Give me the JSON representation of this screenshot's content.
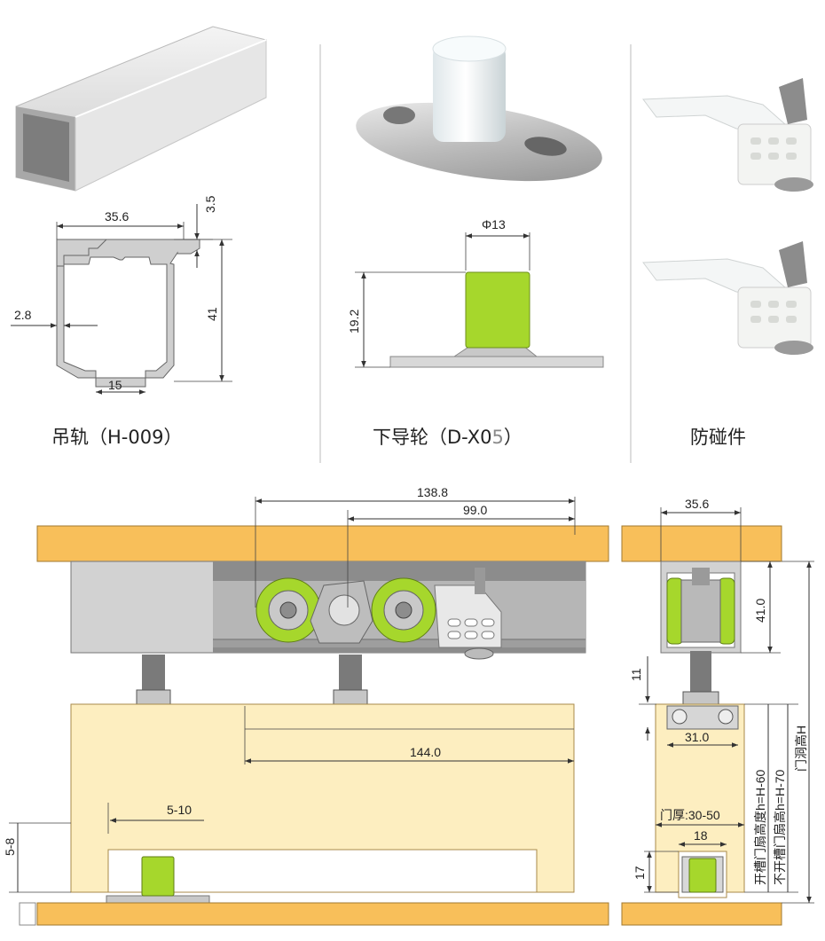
{
  "captions": {
    "rail": "吊轨（H-009）",
    "guide_prefix": "下导轮（D-X0",
    "guide_digit": "5",
    "guide_suffix": "）",
    "bumper": "防碰件"
  },
  "rail_dims": {
    "width": "35.6",
    "lip": "3.5",
    "wall": "2.8",
    "height": "41",
    "slot": "15"
  },
  "guide_dims": {
    "diameter": "Φ13",
    "height": "19.2"
  },
  "front_dims": {
    "total": "138.8",
    "inner": "99.0",
    "panel": "144.0",
    "gap": "5-10",
    "floor": "5-8"
  },
  "side_dims": {
    "width": "35.6",
    "rail_h": "41.0",
    "gap": "11",
    "plate": "31.0",
    "door": "门厚:30-50",
    "slot_w": "18",
    "slot_h": "17",
    "h_slot": "开槽门扇高度h=H-60",
    "h_noslot": "不开槽门扇高h=H-70",
    "hole": "门洞高H"
  },
  "colors": {
    "wood": "#f8bf5a",
    "door": "#fdeec0",
    "wheel": "#a6d72c",
    "rail": "#c8c8c8"
  }
}
